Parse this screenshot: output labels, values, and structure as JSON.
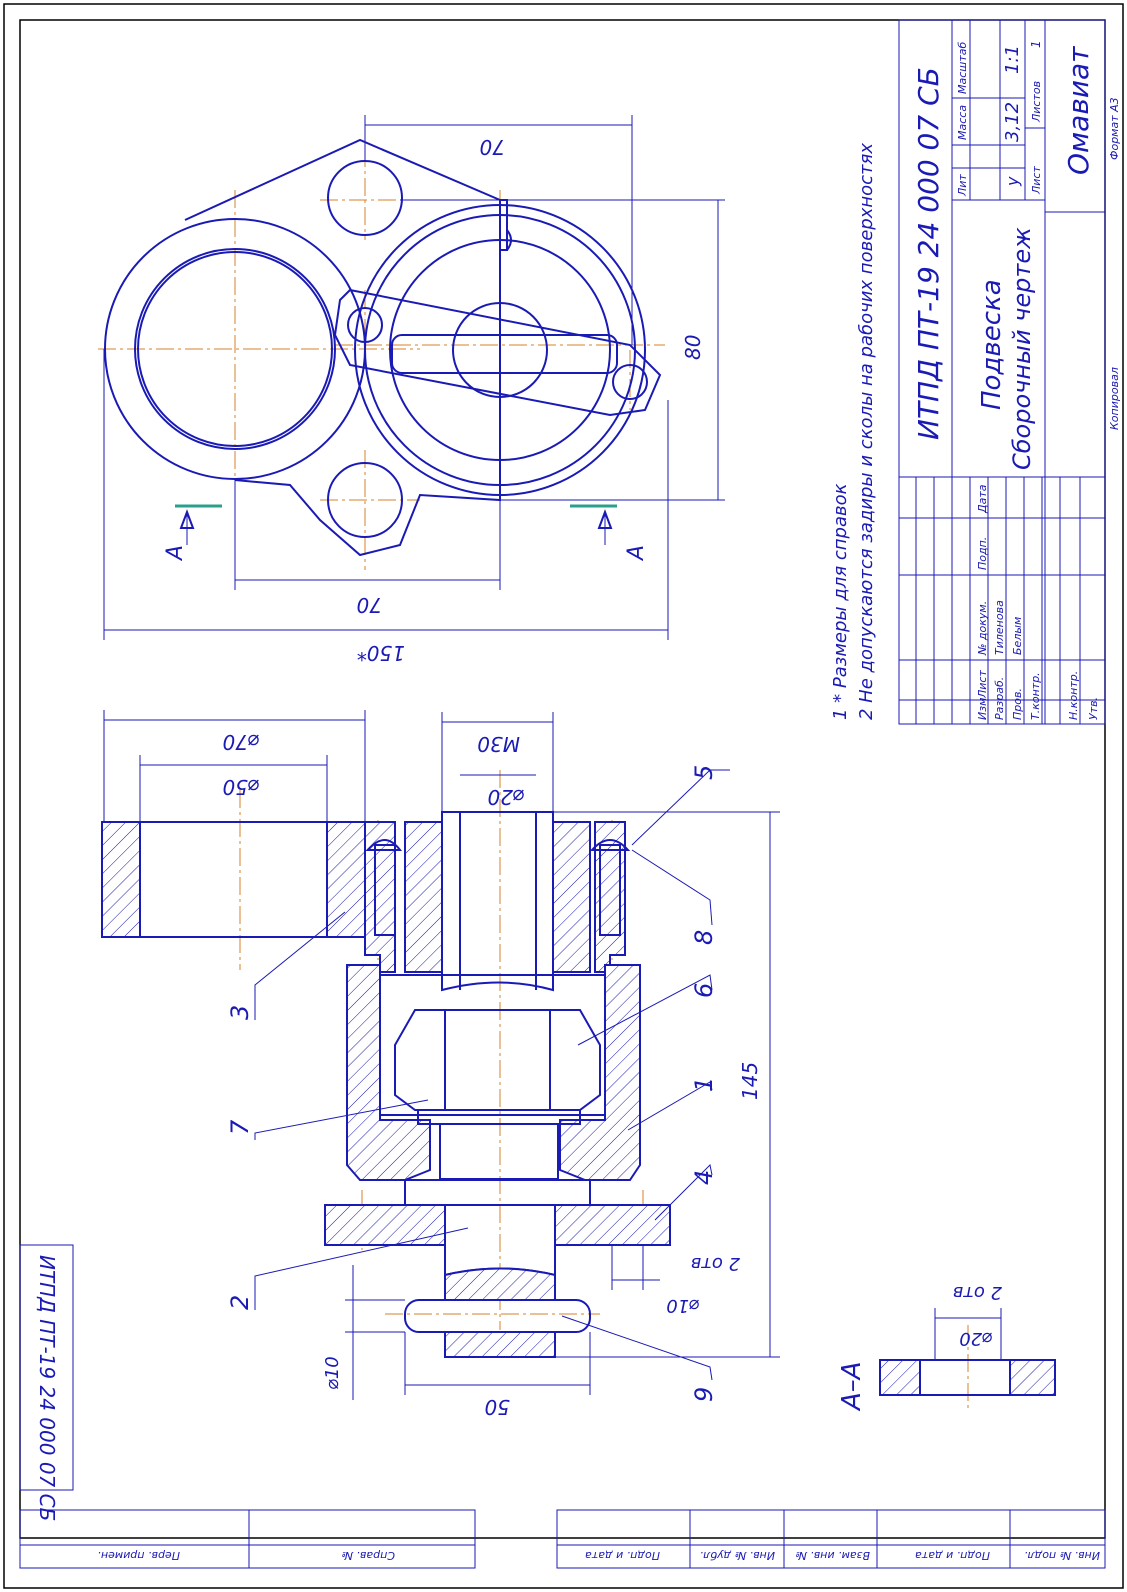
{
  "colors": {
    "line": "#1a1ab4",
    "axis": "#d9822b",
    "frame": "#000000",
    "section_mark": "#2aa08c"
  },
  "title_block": {
    "designation": "ИТПД ПТ-19 24 000 07 СБ",
    "name_line1": "Подвеска",
    "name_line2": "Сборочный чертеж",
    "organization": "Омавиат",
    "mass_header": "Масса",
    "scale_header": "Масштаб",
    "lit_header": "Лит",
    "lit_value": "у",
    "mass_value": "3,12",
    "scale_value": "1:1",
    "sheet_label": "Лист",
    "sheets_label": "Листов",
    "sheets_value": "1",
    "copied": "Копировал",
    "format": "Формат А3",
    "col_headers": [
      "Изм",
      "Лист",
      "№ докум.",
      "Подп.",
      "Дата"
    ],
    "roles": [
      "Разраб.",
      "Пров.",
      "Т.контр.",
      "",
      "Н.контр.",
      "Утв."
    ],
    "names": [
      "Тиленова",
      "Белым"
    ]
  },
  "side_stamp": {
    "designation": "ИТПД ПТ-19 24 000 07 СБ",
    "cells": [
      "Перв. примен.",
      "Справ. №",
      "Подп. и дата",
      "Инв. № дубл.",
      "Взам. инв. №",
      "Подп. и дата",
      "Инв. № подл."
    ]
  },
  "notes": [
    "1  * Размеры для справок",
    "2  Не допускаются задиры и сколы на рабочих поверхностях"
  ],
  "dimensions": {
    "top_70_upper": "70",
    "top_80": "80",
    "top_70_lower": "70",
    "top_150": "150*",
    "d70": "⌀70",
    "d50": "⌀50",
    "m30": "М30",
    "d20": "⌀20",
    "len145": "145",
    "d10_holes": "⌀10",
    "holes2": "2 отв",
    "d10_pin": "⌀10",
    "len50": "50",
    "sec_d20": "⌀20",
    "sec_holes": "2 отв"
  },
  "section_label": "А–А",
  "cut_letter_left": "А",
  "cut_letter_right": "А",
  "callouts": [
    "5",
    "8",
    "6",
    "1",
    "4",
    "3",
    "7",
    "2",
    "9"
  ]
}
